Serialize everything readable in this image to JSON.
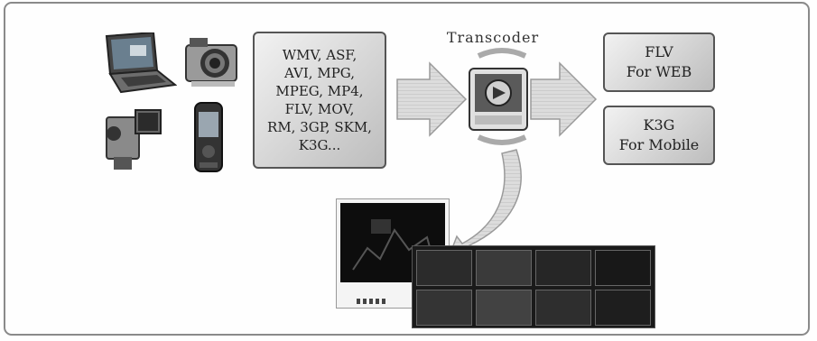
{
  "formats_box": {
    "lines": [
      "WMV, ASF,",
      "AVI, MPG,",
      "MPEG, MP4,",
      "FLV, MOV,",
      "RM, 3GP, SKM,",
      "K3G..."
    ]
  },
  "transcoder": {
    "label": "Transcoder"
  },
  "outputs": [
    {
      "line1": "FLV",
      "line2": "For WEB"
    },
    {
      "line1": "K3G",
      "line2": "For Mobile"
    }
  ],
  "devices": [
    "laptop-icon",
    "camera-icon",
    "camcorder-icon",
    "mobile-phone-icon"
  ],
  "thumbnails": {
    "rows": 2,
    "cols": 4
  },
  "colors": {
    "box_top": "#f2f2f2",
    "box_bottom": "#bdbdbd",
    "arrow": "#d0d0d0",
    "frame": "#8a8a8a"
  }
}
